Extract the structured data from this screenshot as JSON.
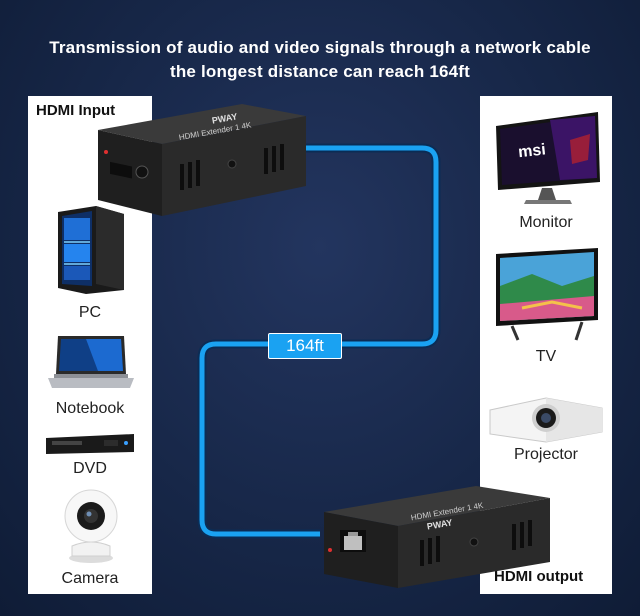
{
  "headline": {
    "line1": "Transmission of audio and video signals through a network cable",
    "line2": "the longest distance can reach 164ft"
  },
  "left_panel": {
    "title": "HDMI Input",
    "devices": [
      {
        "label": "PC",
        "icon": "pc-tower-icon"
      },
      {
        "label": "Notebook",
        "icon": "laptop-icon"
      },
      {
        "label": "DVD",
        "icon": "dvd-player-icon"
      },
      {
        "label": "Camera",
        "icon": "security-camera-icon"
      }
    ]
  },
  "right_panel": {
    "title": "HDMI output",
    "devices": [
      {
        "label": "Monitor",
        "icon": "monitor-icon",
        "brand": "msi"
      },
      {
        "label": "TV",
        "icon": "tv-icon"
      },
      {
        "label": "Projector",
        "icon": "projector-icon"
      }
    ]
  },
  "cable": {
    "distance_label": "164ft",
    "color": "#1aa2f2"
  },
  "extender": {
    "brand": "PWAY",
    "model_text": "HDMI Extender 1 4K"
  },
  "colors": {
    "background": "#172748",
    "panel": "#ffffff",
    "cable": "#1aa2f2",
    "device_body": "#222222"
  }
}
